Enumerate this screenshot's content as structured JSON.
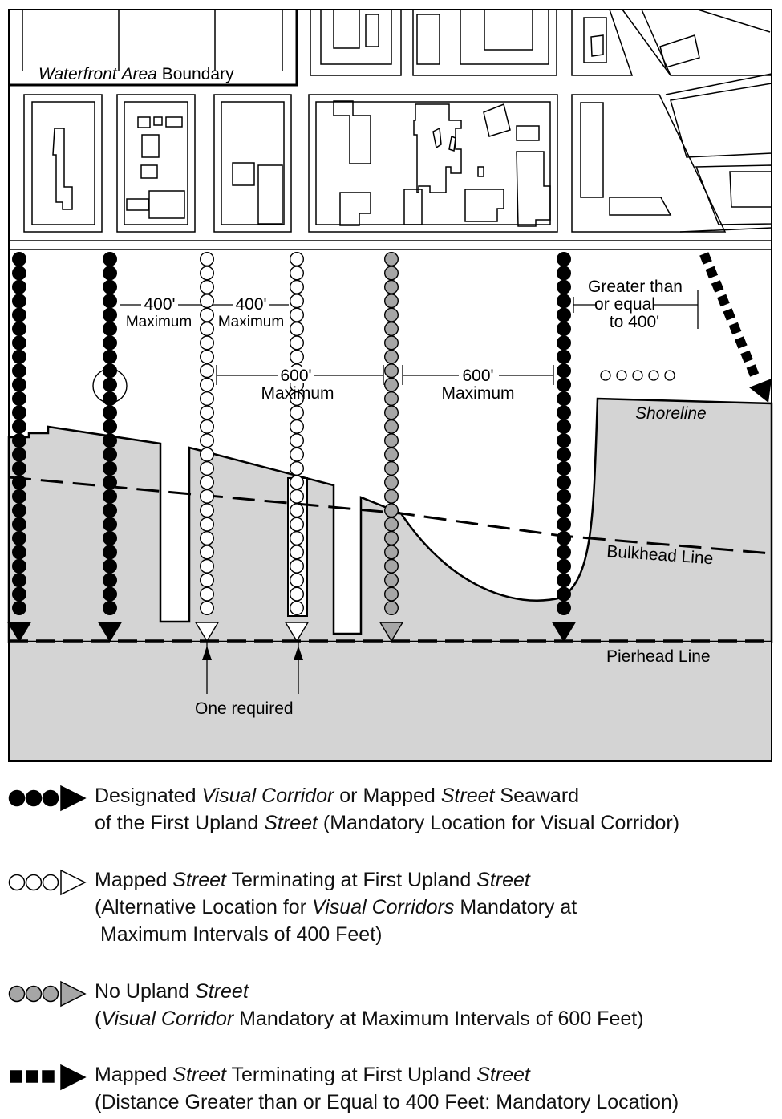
{
  "map": {
    "waterfront_label": [
      "Waterfront",
      " ",
      "Area",
      " Boundary"
    ],
    "spacing_400_a": [
      "400'",
      "Maximum"
    ],
    "spacing_400_b": [
      "400'",
      "Maximum"
    ],
    "spacing_gte_400": [
      "Greater than",
      "or equal",
      "to 400'"
    ],
    "spacing_600_a": [
      "600'",
      "Maximum"
    ],
    "spacing_600_b": [
      "600'",
      "Maximum"
    ],
    "shoreline_label": "Shoreline",
    "bulkhead_label": "Bulkhead Line",
    "pierhead_label": "Pierhead Line",
    "one_required_label": "One required",
    "colors": {
      "water": "#d4d4d4",
      "black": "#000000",
      "gray": "#a6a6a6",
      "white": "#ffffff"
    }
  },
  "legend": [
    {
      "symbol": "black-dots-arrow",
      "lines": [
        [
          [
            "Designated ",
            false
          ],
          [
            "Visual Corridor",
            true
          ],
          [
            " or Mapped ",
            false
          ],
          [
            "Street",
            true
          ],
          [
            " Seaward",
            false
          ]
        ],
        [
          [
            "of the First Upland ",
            false
          ],
          [
            "Street",
            true
          ],
          [
            " (Mandatory Location for Visual Corridor)",
            false
          ]
        ]
      ]
    },
    {
      "symbol": "white-dots-arrow",
      "lines": [
        [
          [
            "Mapped ",
            false
          ],
          [
            "Street",
            true
          ],
          [
            " Terminating at First Upland ",
            false
          ],
          [
            "Street",
            true
          ]
        ],
        [
          [
            "(Alternative Location for ",
            false
          ],
          [
            "Visual Corridors",
            true
          ],
          [
            " Mandatory at",
            false
          ]
        ],
        [
          [
            " Maximum Intervals of 400 Feet)",
            false
          ]
        ]
      ]
    },
    {
      "symbol": "gray-dots-arrow",
      "lines": [
        [
          [
            "No Upland ",
            false
          ],
          [
            "Street",
            true
          ]
        ],
        [
          [
            "(",
            false
          ],
          [
            "Visual Corridor",
            true
          ],
          [
            " Mandatory at Maximum Intervals of 600 Feet)",
            false
          ]
        ]
      ]
    },
    {
      "symbol": "black-squares-arrow",
      "lines": [
        [
          [
            "Mapped ",
            false
          ],
          [
            "Street",
            true
          ],
          [
            " Terminating at First Upland ",
            false
          ],
          [
            "Street",
            true
          ]
        ],
        [
          [
            "(Distance Greater than or Equal to 400 Feet: Mandatory Location)",
            false
          ]
        ]
      ]
    }
  ]
}
